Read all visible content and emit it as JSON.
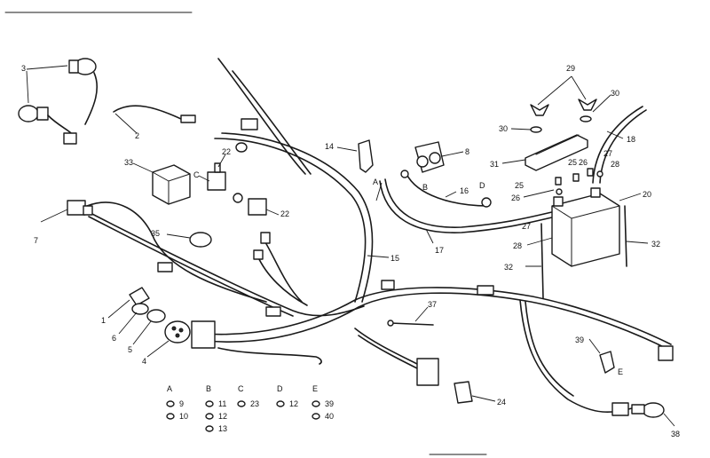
{
  "labels": [
    {
      "text": "3"
    },
    {
      "text": "2"
    },
    {
      "text": "33"
    },
    {
      "text": "22"
    },
    {
      "text": "C"
    },
    {
      "text": "22"
    },
    {
      "text": "14"
    },
    {
      "text": "8"
    },
    {
      "text": "A"
    },
    {
      "text": "B"
    },
    {
      "text": "16"
    },
    {
      "text": "D"
    },
    {
      "text": "29"
    },
    {
      "text": "30"
    },
    {
      "text": "30"
    },
    {
      "text": "18"
    },
    {
      "text": "31"
    },
    {
      "text": "25"
    },
    {
      "text": "26"
    },
    {
      "text": "27"
    },
    {
      "text": "28"
    },
    {
      "text": "25"
    },
    {
      "text": "26"
    },
    {
      "text": "20"
    },
    {
      "text": "27"
    },
    {
      "text": "28"
    },
    {
      "text": "32"
    },
    {
      "text": "32"
    },
    {
      "text": "17"
    },
    {
      "text": "15"
    },
    {
      "text": "7"
    },
    {
      "text": "35"
    },
    {
      "text": "37"
    },
    {
      "text": "1"
    },
    {
      "text": "6"
    },
    {
      "text": "5"
    },
    {
      "text": "4"
    },
    {
      "text": "39"
    },
    {
      "text": "E"
    },
    {
      "text": "24"
    },
    {
      "text": "38"
    }
  ],
  "legend": {
    "columns": [
      {
        "head": "A",
        "items": [
          {
            "text": "9"
          },
          {
            "text": "10"
          }
        ]
      },
      {
        "head": "B",
        "items": [
          {
            "text": "11"
          },
          {
            "text": "12"
          },
          {
            "text": "13"
          }
        ]
      },
      {
        "head": "C",
        "items": [
          {
            "text": "23"
          }
        ]
      },
      {
        "head": "D",
        "items": [
          {
            "text": "12"
          }
        ]
      },
      {
        "head": "E",
        "items": [
          {
            "text": "39"
          },
          {
            "text": "40"
          }
        ]
      }
    ]
  }
}
